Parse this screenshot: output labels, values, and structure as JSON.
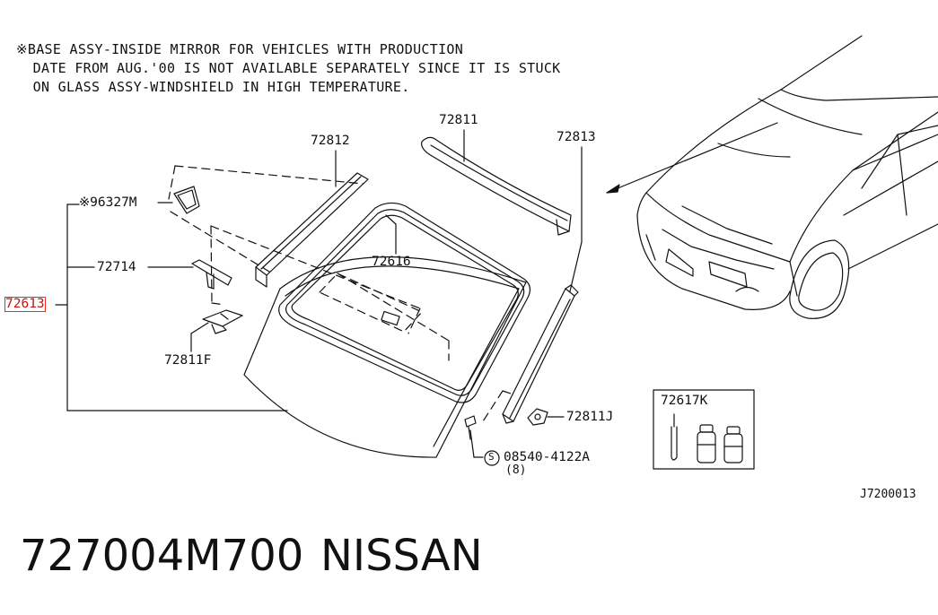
{
  "note": {
    "line1": "※BASE ASSY-INSIDE MIRROR FOR VEHICLES WITH PRODUCTION",
    "line2": "  DATE FROM AUG.'00 IS NOT AVAILABLE SEPARATELY SINCE IT IS STUCK",
    "line3": "  ON GLASS ASSY-WINDSHIELD IN HIGH TEMPERATURE."
  },
  "callouts": {
    "p72812": "72812",
    "p72811": "72811",
    "p72813": "72813",
    "p96327m": "※96327M",
    "p72714": "72714",
    "p72616": "72616",
    "p72613": "72613",
    "p72811f": "72811F",
    "p72811j": "72811J",
    "p72617k": "72617K",
    "screw": "08540-4122A",
    "screw_qty": "(8)",
    "screw_symbol": "S"
  },
  "highlighted_callout": "72613",
  "diagram_code": "J7200013",
  "footer": {
    "part_number": "727004M700",
    "brand": "NISSAN"
  },
  "colors": {
    "line": "#111111",
    "highlight": "#ff2020",
    "background": "#ffffff"
  }
}
